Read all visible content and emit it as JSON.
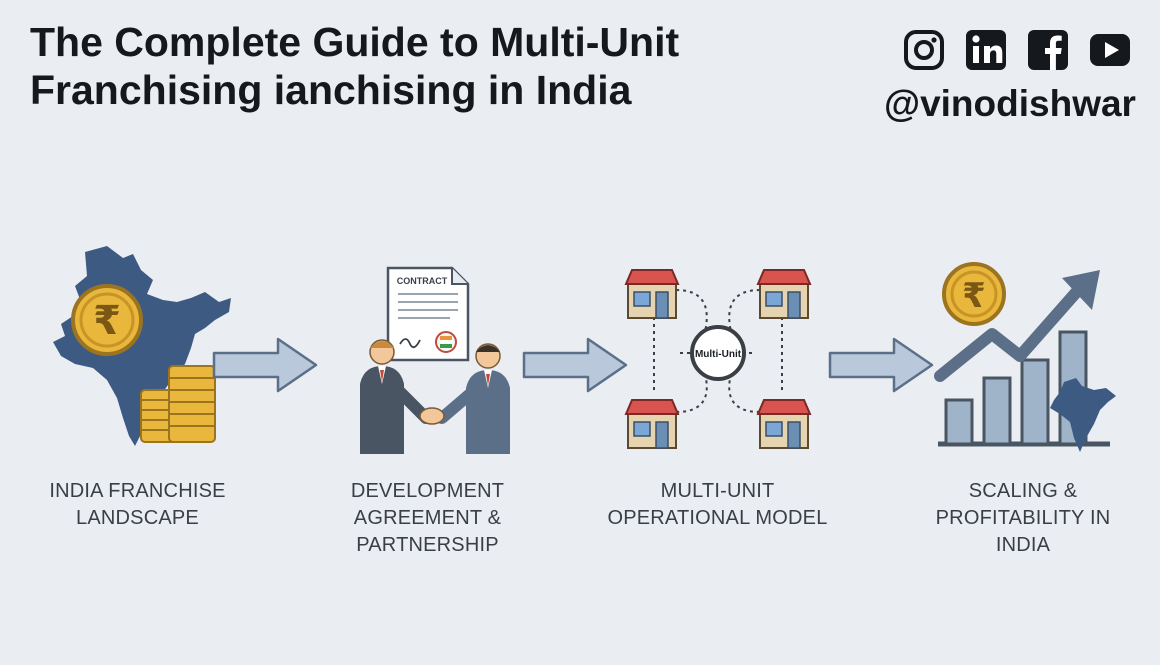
{
  "header": {
    "title_lines": [
      "The Complete Guide to Multi-Unit",
      "Franchising ianchising in India"
    ],
    "handle": "@vinodishwar",
    "social_icons": [
      "instagram-icon",
      "linkedin-icon",
      "facebook-icon",
      "youtube-icon"
    ]
  },
  "colors": {
    "background": "#eaeef2",
    "map_blue": "#3d5a82",
    "coin_gold": "#e8b73c",
    "arrow_fill": "#b9c8da",
    "arrow_stroke": "#5b6f88",
    "shop_awning_red": "#d9534f"
  },
  "steps": [
    {
      "label_lines": [
        "INDIA FRANCHISE",
        "LANDSCAPE"
      ],
      "icon": "india-map-rupee-coin-icon"
    },
    {
      "label_lines": [
        "DEVELOPMENT",
        "AGREEMENT &",
        "PARTNERSHIP"
      ],
      "icon": "contract-handshake-icon"
    },
    {
      "label_lines": [
        "MULTI-UNIT",
        "OPERATIONAL MODEL"
      ],
      "icon": "multi-unit-stores-icon"
    },
    {
      "label_lines": [
        "SCALING &",
        "PROFITABILITY IN",
        "INDIA"
      ],
      "icon": "growth-chart-icon"
    }
  ],
  "contract_text": "CONTRACT",
  "hub_text": "Multi-Unit",
  "rupee_symbol": "₹"
}
